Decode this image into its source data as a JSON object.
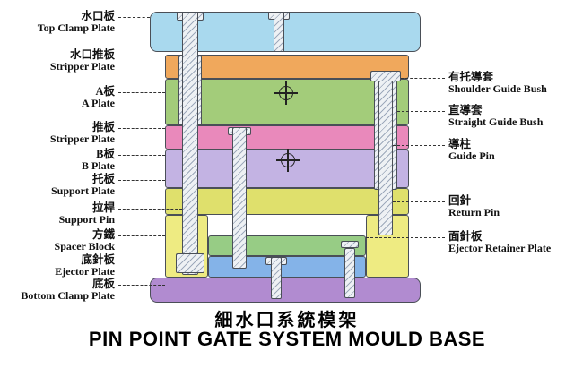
{
  "titles": {
    "cn": "細水口系統模架",
    "en": "PIN POINT GATE SYSTEM MOULD BASE"
  },
  "left_labels": [
    {
      "cn": "水口板",
      "en": "Top Clamp Plate"
    },
    {
      "cn": "水口推板",
      "en": "Stripper Plate"
    },
    {
      "cn": "A板",
      "en": "A Plate"
    },
    {
      "cn": "推板",
      "en": "Stripper Plate"
    },
    {
      "cn": "B板",
      "en": "B Plate"
    },
    {
      "cn": "托板",
      "en": "Support Plate"
    },
    {
      "cn": "拉桿",
      "en": "Support Pin"
    },
    {
      "cn": "方鐵",
      "en": "Spacer Block"
    },
    {
      "cn": "底針板",
      "en": "Ejector Plate"
    },
    {
      "cn": "底板",
      "en": "Bottom Clamp Plate"
    }
  ],
  "right_labels": [
    {
      "cn": "有托導套",
      "en": "Shoulder Guide Bush"
    },
    {
      "cn": "直導套",
      "en": "Straight Guide Bush"
    },
    {
      "cn": "導柱",
      "en": "Guide Pin"
    },
    {
      "cn": "回針",
      "en": "Return Pin"
    },
    {
      "cn": "面針板",
      "en": "Ejector Retainer Plate"
    }
  ],
  "colors": {
    "top_clamp_plate": "#a9d9ee",
    "stripper_plate_top": "#f0a85c",
    "a_plate": "#a3cc7a",
    "stripper_plate": "#e989bb",
    "b_plate": "#c3b3e3",
    "support_plate": "#dfe06c",
    "spacer_block": "#eeeb82",
    "ejector_retainer_plate": "#97cc85",
    "ejector_plate": "#84b3e8",
    "bottom_clamp_plate": "#b18bd0",
    "outline": "#4a4f57",
    "leader_line": "#333333",
    "pin_hatch": "#7d8fa8"
  }
}
